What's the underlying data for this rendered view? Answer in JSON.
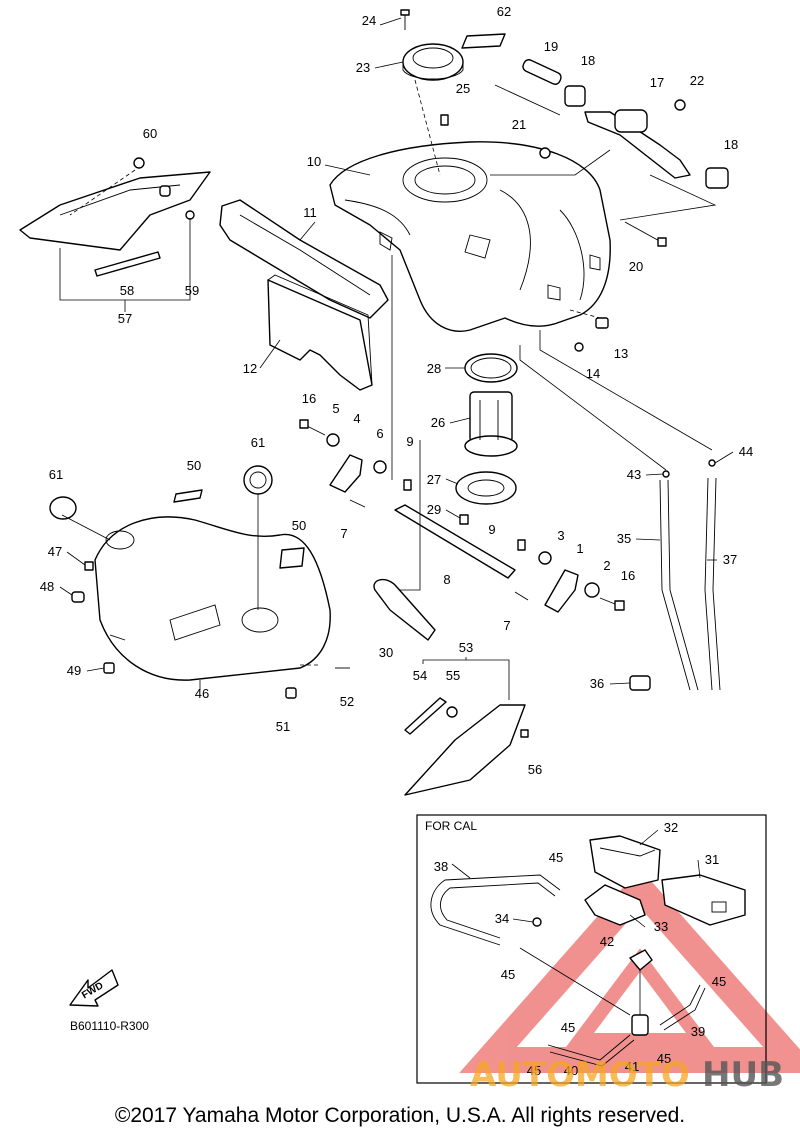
{
  "diagram": {
    "callouts": {
      "c1": "1",
      "c2": "2",
      "c3": "3",
      "c4": "4",
      "c5": "5",
      "c6": "6",
      "c7a": "7",
      "c7b": "7",
      "c8": "8",
      "c9a": "9",
      "c9b": "9",
      "c10": "10",
      "c11": "11",
      "c12": "12",
      "c13": "13",
      "c14": "14",
      "c16a": "16",
      "c16b": "16",
      "c17": "17",
      "c18a": "18",
      "c18b": "18",
      "c19": "19",
      "c20": "20",
      "c21": "21",
      "c22": "22",
      "c23": "23",
      "c24": "24",
      "c25": "25",
      "c26": "26",
      "c27": "27",
      "c28": "28",
      "c29": "29",
      "c30": "30",
      "c31": "31",
      "c32": "32",
      "c33": "33",
      "c34": "34",
      "c35": "35",
      "c36": "36",
      "c37": "37",
      "c38": "38",
      "c39": "39",
      "c40": "40",
      "c41": "41",
      "c42": "42",
      "c43": "43",
      "c44": "44",
      "c45a": "45",
      "c45b": "45",
      "c45c": "45",
      "c45d": "45",
      "c45e": "45",
      "c45f": "45",
      "c46": "46",
      "c47": "47",
      "c48": "48",
      "c49": "49",
      "c50a": "50",
      "c50b": "50",
      "c51": "51",
      "c52": "52",
      "c53": "53",
      "c54": "54",
      "c55": "55",
      "c56": "56",
      "c57": "57",
      "c58": "58",
      "c59": "59",
      "c60": "60",
      "c61a": "61",
      "c61b": "61",
      "c62": "62"
    },
    "cal_box_label": "FOR CAL",
    "fwd_label": "FWD",
    "drawing_code": "B601110-R300"
  },
  "watermark": {
    "word_1": "AUTOMOTO",
    "word_2": "HUB",
    "color_1": "#f5a623",
    "color_2": "#555555",
    "triangle_color": "#e53935"
  },
  "footer": {
    "copyright": "©2017 Yamaha Motor Corporation, U.S.A. All rights reserved."
  }
}
